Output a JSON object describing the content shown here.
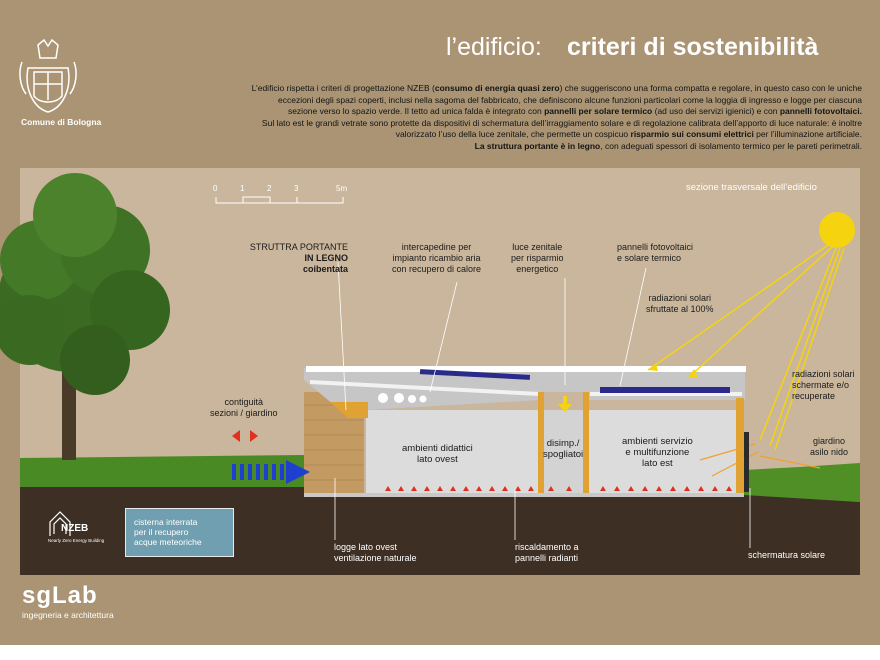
{
  "header": {
    "title_light": "l’edificio:",
    "title_bold": "criteri di sostenibilità",
    "comune": "Comune di Bologna"
  },
  "intro_lines": [
    [
      "L’edificio rispetta i criteri di progettazione NZEB (",
      "consumo di energia quasi zero",
      ") che suggeriscono una forma compatta e regolare, in questo caso con le uniche"
    ],
    [
      "eccezioni degli spazi coperti, inclusi nella sagoma del fabbricato, che definiscono alcune funzioni particolari come la loggia di ingresso e logge per ciascuna",
      "",
      ""
    ],
    [
      "sezione verso lo spazio verde. Il tetto ad unica falda è integrato con ",
      "pannelli per solare termico",
      " (ad uso dei servizi igienici) e con "
    ],
    [
      "Sul lato est le grandi vetrate sono protette da dispositivi di schermatura dell’irraggiamento solare e di regolazione  calibrata dell’apporto di luce naturale: è inoltre",
      "",
      ""
    ],
    [
      "valorizzato l’uso della luce zenitale, che permette un cospicuo ",
      "risparmio sui consumi elettrici",
      " per l’illuminazione artificiale."
    ],
    [
      "",
      "La struttura portante è in legno",
      ", con adeguati spessori di isolamento termico per le pareti perimetrali."
    ]
  ],
  "intro_tail": "pannelli fotovoltaici.",
  "section_label": "sezione trasversale dell’edificio",
  "scale": [
    "0",
    "1",
    "2",
    "3",
    "5m"
  ],
  "labels": {
    "structure_l1": "STRUTTRA PORTANTE",
    "structure_l2": "IN LEGNO",
    "structure_l3": "coibentata",
    "interstitial": [
      "intercapedine per",
      "impianto ricambio aria",
      "con recupero di calore"
    ],
    "skylight": [
      "luce zenitale",
      "per risparmio",
      "energetico"
    ],
    "panels": [
      "pannelli fotovoltaici",
      "e solare termico"
    ],
    "rad_used": [
      "radiazioni solari",
      "sfruttate al 100%"
    ],
    "rad_shielded": [
      "radiazioni solari",
      "schermate e/o",
      "recuperate"
    ],
    "contiguity": [
      "contiguità",
      "sezioni / giardino"
    ],
    "west_rooms": [
      "ambienti didattici",
      "lato ovest"
    ],
    "corridor": [
      "disimp./",
      "spogliatoi"
    ],
    "east_rooms": [
      "ambienti servizio",
      "e multifunzione",
      "lato est"
    ],
    "garden": [
      "giardino",
      "asilo nido"
    ],
    "loggia": [
      "logge lato ovest",
      "ventilazione naturale"
    ],
    "heating": [
      "riscaldamento a",
      "pannelli radianti"
    ],
    "shading": "schermatura solare"
  },
  "cistern": [
    "cisterna interrata",
    "per il recupero",
    "acque meteoriche"
  ],
  "nzeb": {
    "name": "NZEB",
    "sub": "Nearly Zero Energy Building"
  },
  "brand": {
    "name": "sgLab",
    "sub": "ingegneria e architettura"
  },
  "colors": {
    "background": "#aa9474",
    "sun": "#f5d40f",
    "heating": "#e03020",
    "ventilation": "#1f3fcf",
    "grass": "#3e7a1d",
    "ground": "#3d2f23"
  }
}
